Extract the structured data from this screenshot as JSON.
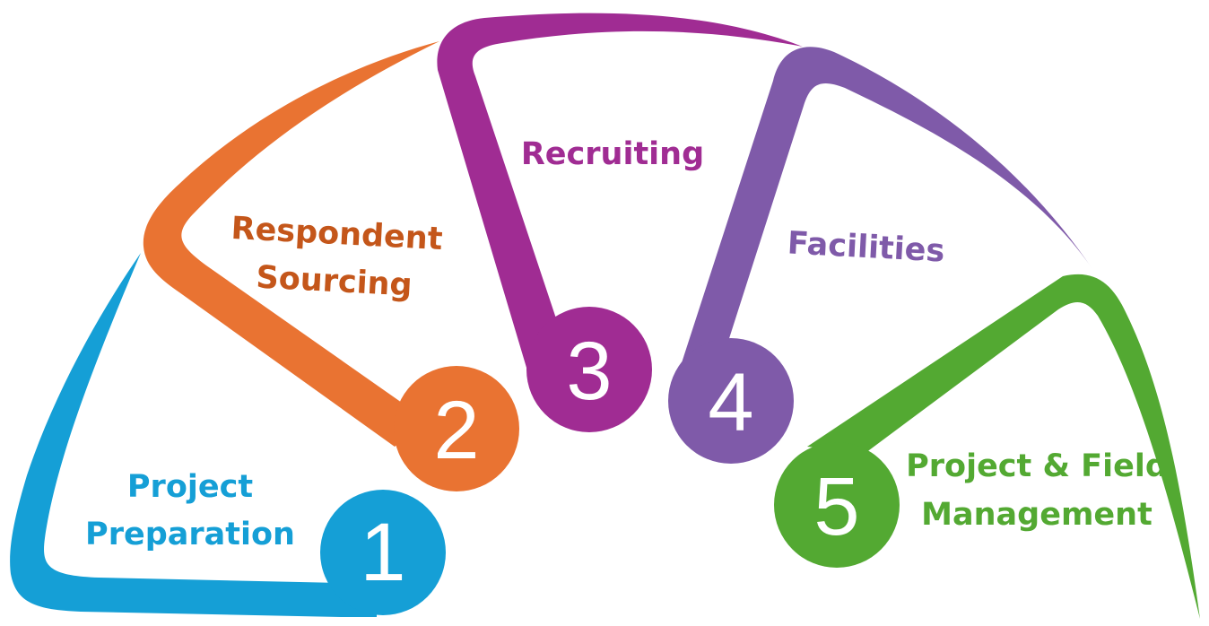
{
  "diagram": {
    "steps": [
      {
        "number": "1",
        "line1": "Project",
        "line2": "Preparation",
        "color": "#159fd6",
        "text_color": "#159fd6"
      },
      {
        "number": "2",
        "line1": "Respondent",
        "line2": "Sourcing",
        "color": "#e97332",
        "text_color": "#c4561a"
      },
      {
        "number": "3",
        "line1": "Recruiting",
        "line2": "",
        "color": "#a02c93",
        "text_color": "#a02c93"
      },
      {
        "number": "4",
        "line1": "Facilities",
        "line2": "",
        "color": "#7f5aa9",
        "text_color": "#7f5aa9"
      },
      {
        "number": "5",
        "line1": "Project & Field",
        "line2": "Management",
        "color": "#53a932",
        "text_color": "#53a932"
      }
    ]
  }
}
